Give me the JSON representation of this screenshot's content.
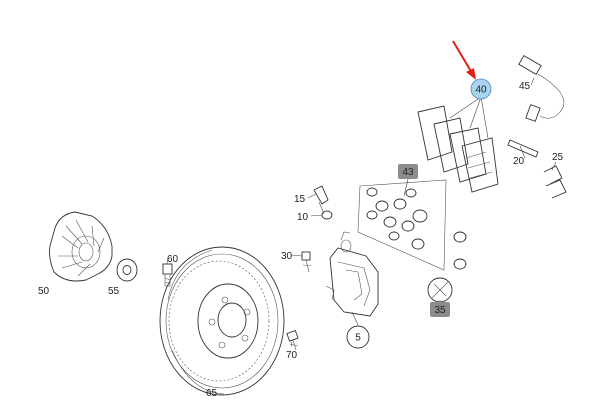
{
  "highlight_color": "#a9d3ee",
  "tag_color": "#8c8c8c",
  "arrow_color": "#e0201b",
  "callouts": {
    "p5": "5",
    "p10": "10",
    "p15": "15",
    "p20": "20",
    "p25": "25",
    "p30": "30",
    "p35": "35",
    "p40": "40",
    "p43": "43",
    "p45": "45",
    "p50": "50",
    "p55": "55",
    "p60": "60",
    "p65": "65",
    "p70": "70"
  }
}
